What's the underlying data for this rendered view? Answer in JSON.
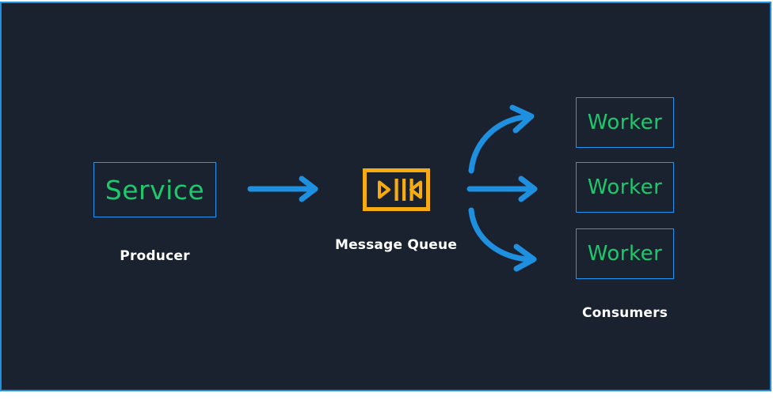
{
  "canvas": {
    "background_color": "#1a2230",
    "border_color": "#1f8fe0"
  },
  "palette": {
    "node_border": "#2196f3",
    "node_text": "#1ec86b",
    "queue_accent": "#f5ab12",
    "arrow": "#1f8fe0",
    "caption_text": "#ffffff"
  },
  "diagram": {
    "type": "message-queue-architecture",
    "producer": {
      "box_label": "Service",
      "caption": "Producer"
    },
    "queue": {
      "caption": "Message Queue",
      "icon": "message-queue-icon"
    },
    "consumers": {
      "caption": "Consumers",
      "workers": [
        {
          "label": "Worker"
        },
        {
          "label": "Worker"
        },
        {
          "label": "Worker"
        }
      ]
    },
    "connections": [
      {
        "name": "producer-to-queue",
        "style": "straight-arrow"
      },
      {
        "name": "queue-to-worker-1",
        "style": "curved-arrow-up"
      },
      {
        "name": "queue-to-worker-2",
        "style": "straight-arrow"
      },
      {
        "name": "queue-to-worker-3",
        "style": "curved-arrow-down"
      }
    ]
  }
}
